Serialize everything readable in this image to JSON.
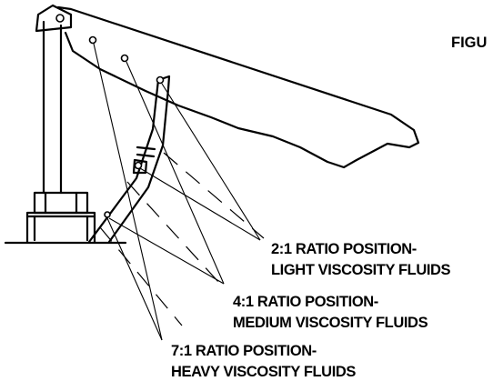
{
  "figure": {
    "title": "FIGU",
    "callouts": [
      {
        "id": "ratio-2-1",
        "line1": "2:1 RATIO POSITION-",
        "line2": "LIGHT VISCOSITY FLUIDS"
      },
      {
        "id": "ratio-4-1",
        "line1": "4:1 RATIO POSITION-",
        "line2": "MEDIUM VISCOSITY FLUIDS"
      },
      {
        "id": "ratio-7-1",
        "line1": "7:1 RATIO POSITION-",
        "line2": "HEAVY VISCOSITY FLUIDS"
      }
    ]
  }
}
